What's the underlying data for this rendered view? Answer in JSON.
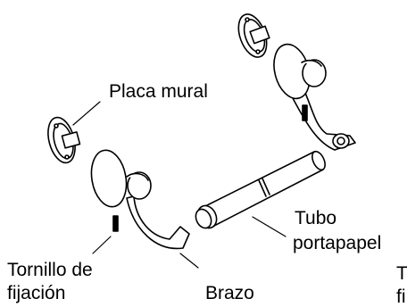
{
  "labels": {
    "wall_plate": "Placa mural",
    "tube": "Tubo",
    "tube_line2": "portapapel",
    "screw": "Tornillo de",
    "screw_line2": "fijación",
    "arm": "Brazo",
    "cut_right_1": "T",
    "cut_right_2": "fi"
  }
}
